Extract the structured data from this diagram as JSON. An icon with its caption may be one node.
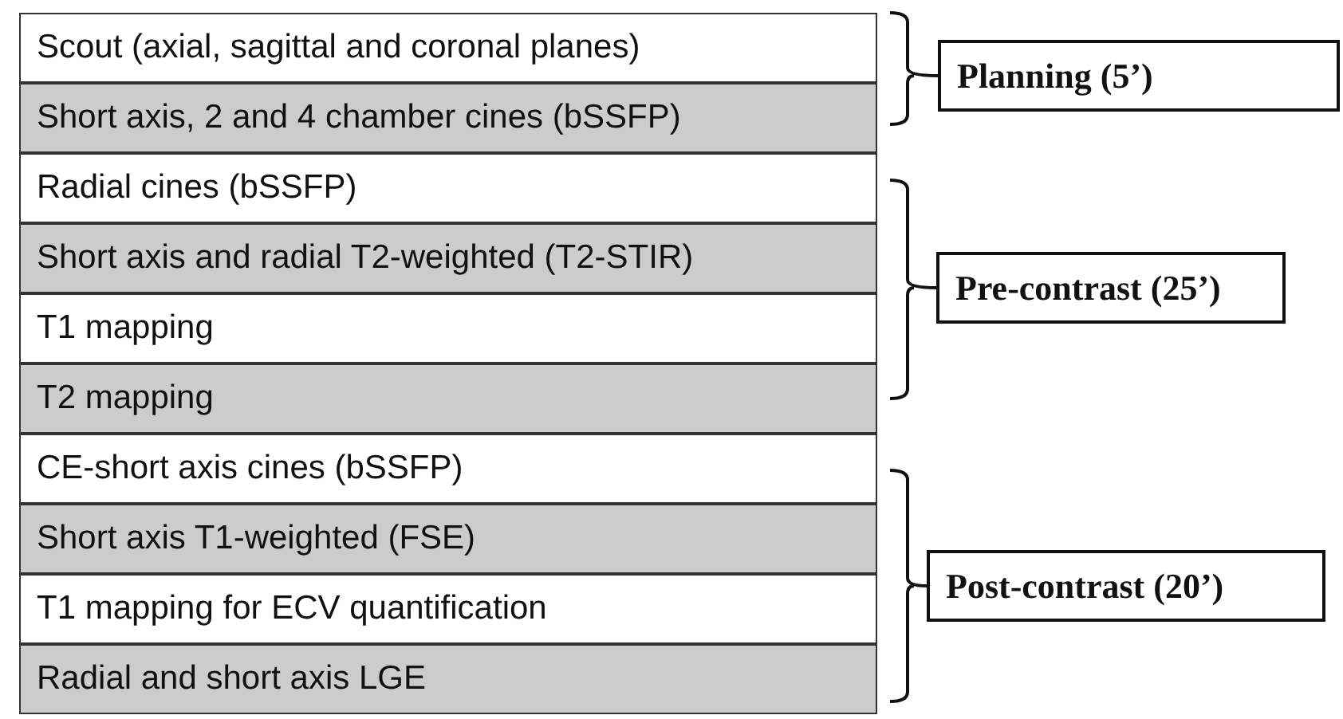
{
  "diagram": {
    "nodes": [
      {
        "text": [
          "Scout (axial, sagittal and coronal planes)"
        ]
      },
      {
        "text": [
          "Short axis, 2 and 4 chamber cines (bSSFP)"
        ]
      },
      {
        "text": [
          "Radial cines (bSSFP)"
        ]
      },
      {
        "text": [
          "Short axis and radial T2-weighted (T2-STIR)"
        ]
      },
      {
        "text": [
          "T1 mapping"
        ]
      },
      {
        "text": [
          "T2 mapping"
        ]
      },
      {
        "text": [
          "CE-short axis cines (bSSFP)"
        ]
      },
      {
        "text": [
          "Short axis T1-weighted (FSE)"
        ]
      },
      {
        "text": [
          "T1 mapping for ECV quantification"
        ]
      },
      {
        "text": [
          "Radial and short axis LGE"
        ]
      },
      {
        "text": [
          "Planning (5’)"
        ]
      },
      {
        "text": [
          "Pre-contrast (25’)"
        ]
      },
      {
        "text": [
          "Post-contrast (20’)"
        ]
      }
    ]
  }
}
